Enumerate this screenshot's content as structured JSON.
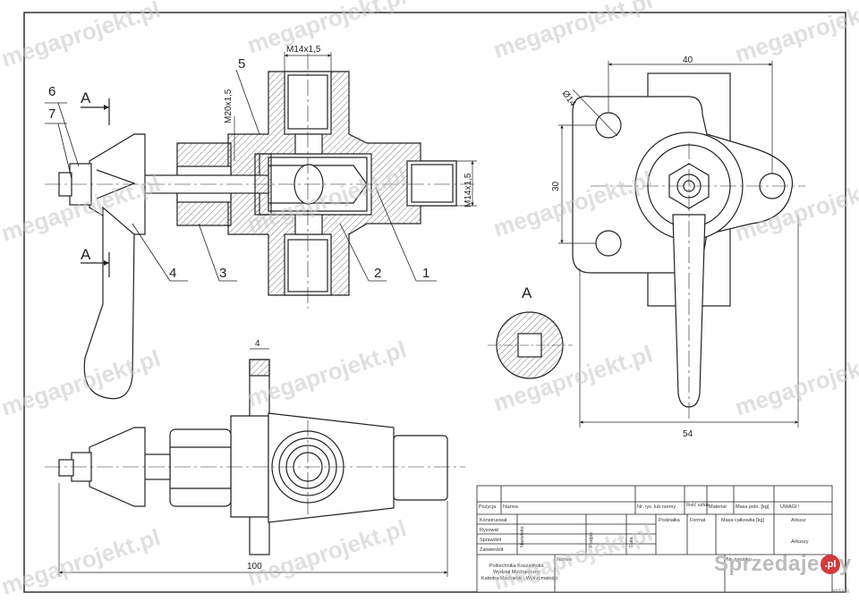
{
  "watermark": {
    "text": "megaprojekt.pl"
  },
  "brand": {
    "text": "Sprzedajemy",
    "dot": ".pl",
    "credit": "aMark"
  },
  "colors": {
    "line": "#222222",
    "hatch": "#555555",
    "watermark": "#c8c8c8",
    "brand_dot": "#d23a3a"
  },
  "labels": {
    "part_1": "1",
    "part_2": "2",
    "part_3": "3",
    "part_4": "4",
    "part_5": "5",
    "part_6": "6",
    "part_7": "7",
    "section_a_top": "A",
    "section_a_bottom": "A",
    "section_a_view": "A"
  },
  "dimensions": {
    "thread_top": "M14x1,5",
    "thread_side": "M20x1,5",
    "thread_right": "M14x1,5",
    "width_40": "40",
    "height_30": "30",
    "hole_dia": "Ø14",
    "width_54": "54",
    "length_100": "100",
    "thickness_4": "4"
  },
  "title_block": {
    "headers": [
      "Pozycja",
      "Nazwa",
      "Nr. rys. lub normy",
      "Ilość sztuk",
      "Materiał",
      "Masa jedn. [kg]",
      "UWAGI !"
    ],
    "rows": [
      "Konstruował",
      "Rysował",
      "Sprawdził",
      "Zatwierdził"
    ],
    "vertical": [
      "Nazwisko",
      "Podpis",
      "Data"
    ],
    "podzialka": "Podziałka",
    "format": "Format",
    "masa": "Masa całkowita [kg]",
    "arkusz": "Arkusz",
    "arkuszy": "Arkuszy",
    "nazwa": "Nazwa",
    "nr_rysunku": "Nr. rysunku",
    "school": [
      "Politechnika Koszalińska",
      "Wydział Mechaniczny",
      "Katedra Mechaniki i Wytrzymałości"
    ]
  }
}
